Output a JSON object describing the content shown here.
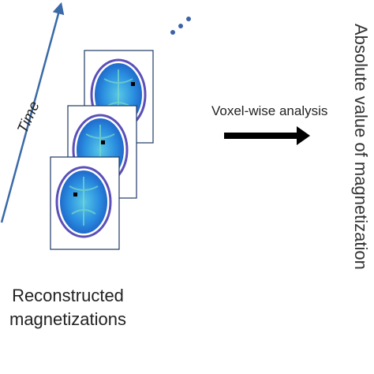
{
  "labels": {
    "time": "Time",
    "reconstructed_line1": "Reconstructed",
    "reconstructed_line2": "magnetizations",
    "voxel_analysis": "Voxel-wise analysis",
    "cut_off_vertical": "Absolute value of magnetization"
  },
  "colors": {
    "time_arrow": "#3a6aa8",
    "dots": "#3b62a8",
    "arrow": "#000000",
    "frame_border": "#1f3864",
    "brain_fill": "#2f8fd8",
    "brain_outline": "#4a3fa0",
    "voxel": "#000000"
  },
  "icons": {
    "ellipsis": "ellipsis-dots-icon"
  }
}
